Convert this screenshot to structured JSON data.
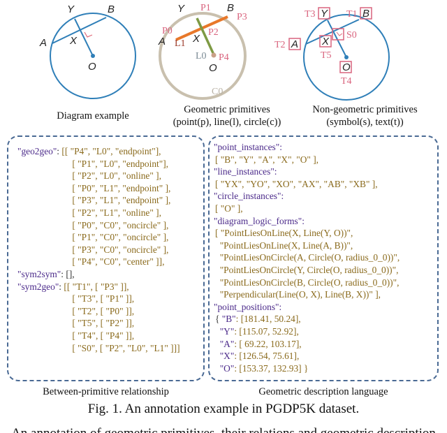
{
  "diagrams": {
    "example": {
      "caption": "Diagram example",
      "labels": {
        "Y": "Y",
        "B": "B",
        "A": "A",
        "X": "X",
        "O": "O"
      }
    },
    "geometric": {
      "caption_line1": "Geometric primitives",
      "caption_line2": "(point(p), line(l), circle(c))",
      "labels": {
        "Y": "Y",
        "B": "B",
        "A": "A",
        "X": "X",
        "O": "O",
        "P0": "P0",
        "P1": "P1",
        "P2": "P2",
        "P3": "P3",
        "P4": "P4",
        "L0": "L0",
        "L1": "L1",
        "C0": "C0"
      }
    },
    "non_geometric": {
      "caption_line1": "Non-geometric primitives",
      "caption_line2": "(symbol(s), text(t))",
      "labels": {
        "Y": "Y",
        "B": "B",
        "A": "A",
        "X": "X",
        "O": "O",
        "T1": "T1",
        "T2": "T2",
        "T3": "T3",
        "T4": "T4",
        "T5": "T5",
        "S0": "S0"
      }
    }
  },
  "left_panel": {
    "caption": "Between-primitive relationship",
    "geo2geo_key": "\"geo2geo\"",
    "geo2geo": [
      "[[ \"P4\", \"L0\", \"endpoint\"],",
      " [ \"P1\", \"L0\", \"endpoint\"],",
      " [ \"P2\", \"L0\", \"online\" ],",
      " [ \"P0\", \"L1\", \"endpoint\" ],",
      " [ \"P3\", \"L1\", \"endpoint\" ],",
      " [ \"P2\", \"L1\", \"online\" ],",
      " [ \"P0\", \"C0\", \"oncircle\" ],",
      " [ \"P1\", \"C0\", \"oncircle\" ],",
      " [ \"P3\", \"C0\", \"oncircle\" ],",
      " [ \"P4\", \"C0\", \"center\" ]],"
    ],
    "sym2sym_key": "\"sym2sym\"",
    "sym2sym": "[],",
    "sym2geo_key": "\"sym2geo\"",
    "sym2geo": [
      "[[ \"T1\", [ \"P3\" ]],",
      " [ \"T3\", [ \"P1\" ]],",
      " [ \"T2\", [ \"P0\" ]],",
      " [ \"T5\", [ \"P2\" ]],",
      " [ \"T4\", [ \"P4\" ]],",
      " [ \"S0\", [ \"P2\", \"L0\", \"L1\" ]]]"
    ]
  },
  "right_panel": {
    "caption": "Geometric description language",
    "point_instances_key": "\"point_instances\":",
    "point_instances": "[ \"B\", \"Y\", \"A\", \"X\", \"O\" ],",
    "line_instances_key": "\"line_instances\":",
    "line_instances": "[ \"YX\", \"YO\", \"XO\", \"AX\", \"AB\", \"XB\" ],",
    "circle_instances_key": "\"circle_instances\":",
    "circle_instances": "[ \"O\" ],",
    "logic_forms_key": "\"diagram_logic_forms\":",
    "logic_forms": [
      "[ \"PointLiesOnLine(X, Line(Y, O))\",",
      "  \"PointLiesOnLine(X, Line(A, B))\",",
      "  \"PointLiesOnCircle(A, Circle(O, radius_0_0))\",",
      "  \"PointLiesOnCircle(Y, Circle(O, radius_0_0))\",",
      "  \"PointLiesOnCircle(B, Circle(O, radius_0_0))\",",
      "  \"Perpendicular(Line(O, X), Line(B, X))\" ],"
    ],
    "point_positions_key": "\"point_positions\":",
    "point_positions": [
      {
        "open": "{ ",
        "key": "\"B\"",
        "value": ": [181.41, 50.24],"
      },
      {
        "open": "  ",
        "key": "\"Y\"",
        "value": ": [115.07, 52.92],"
      },
      {
        "open": "  ",
        "key": "\"A\"",
        "value": ": [ 69.22, 103.17],"
      },
      {
        "open": "  ",
        "key": "\"X\"",
        "value": ": [126.54, 75.61],"
      },
      {
        "open": "  ",
        "key": "\"O\"",
        "value": ": [153.37, 132.93] }"
      }
    ]
  },
  "figure_caption": "Fig. 1.   An annotation example in PGDP5K dataset.",
  "cutoff_text": "An annotation of geometric primitives, their relations and geometric description language"
}
